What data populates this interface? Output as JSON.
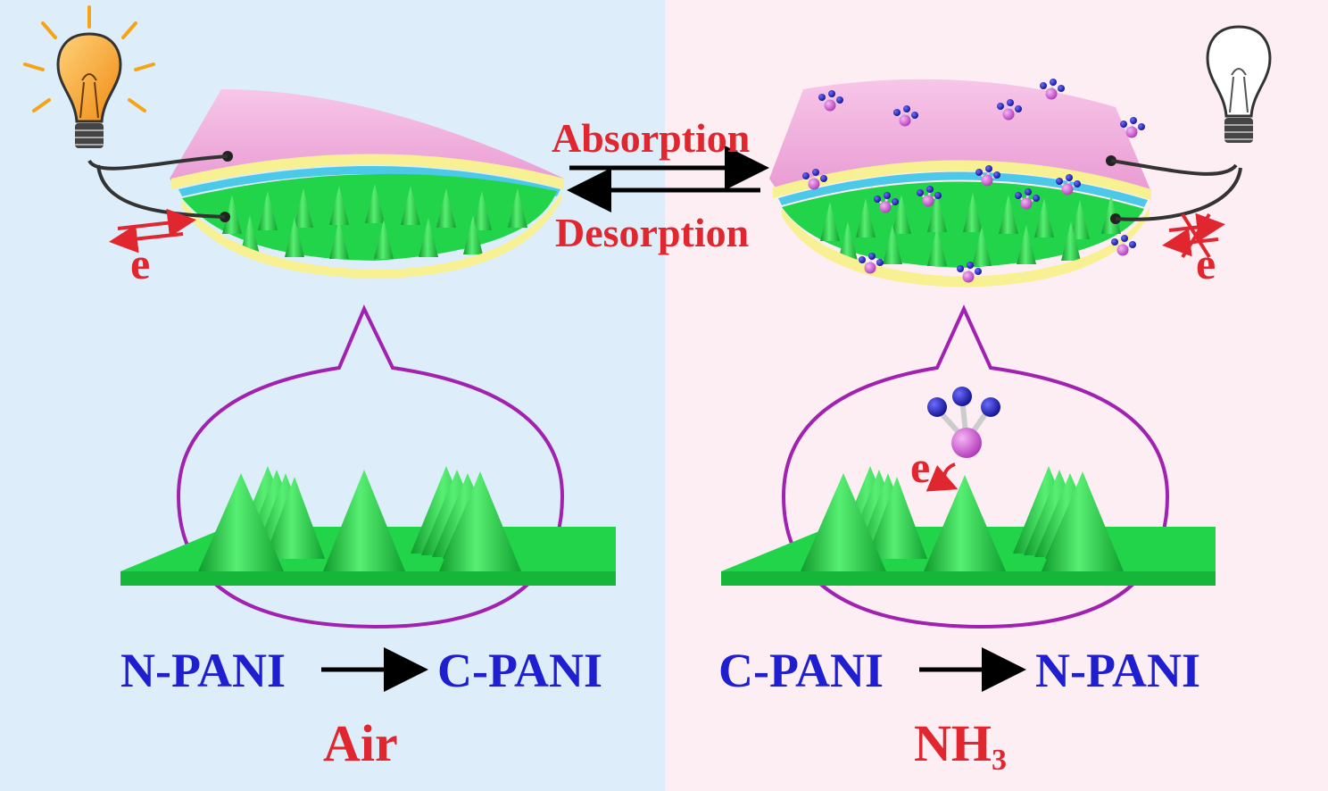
{
  "process": {
    "forward_label": "Absorption",
    "reverse_label": "Desorption"
  },
  "left_panel": {
    "electron_label": "e",
    "reaction": {
      "from": "N-PANI",
      "to": "C-PANI"
    },
    "condition": "Air"
  },
  "right_panel": {
    "electron_label": "e",
    "detail_electron_label": "e",
    "reaction": {
      "from": "C-PANI",
      "to": "N-PANI"
    },
    "condition_main": "NH",
    "condition_sub": "3"
  },
  "colors": {
    "left_bg": "#ddeefa",
    "right_bg": "#fdeef4",
    "label_red": "#e0262e",
    "label_blue": "#1f1fd0",
    "cone_green": "#22d44a",
    "sensor_pink": "#f4b3df",
    "layer_yellow": "#f7f193",
    "layer_cyan": "#4cc9e8",
    "molecule_center": "#c84fc8",
    "molecule_outer": "#1b1bc8"
  }
}
